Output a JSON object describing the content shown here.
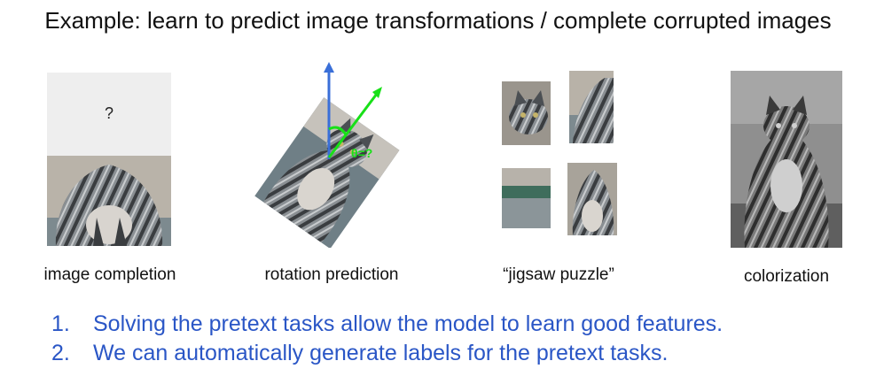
{
  "slide": {
    "title": "Example: learn to predict image transformations / complete corrupted images"
  },
  "tasks": [
    {
      "caption": "image completion",
      "mask_label": "?"
    },
    {
      "caption": "rotation prediction",
      "angle_label": "θ=?"
    },
    {
      "caption": "“jigsaw puzzle”"
    },
    {
      "caption": "colorization"
    }
  ],
  "points": [
    {
      "num": "1.",
      "text": "Solving the pretext tasks allow the model to learn good features."
    },
    {
      "num": "2.",
      "text": "We can automatically generate labels for the pretext tasks."
    }
  ],
  "colors": {
    "bullet_text": "#2a56c6",
    "axis_arrow": "#3a6fd8",
    "rotation_arrow": "#18e018"
  }
}
